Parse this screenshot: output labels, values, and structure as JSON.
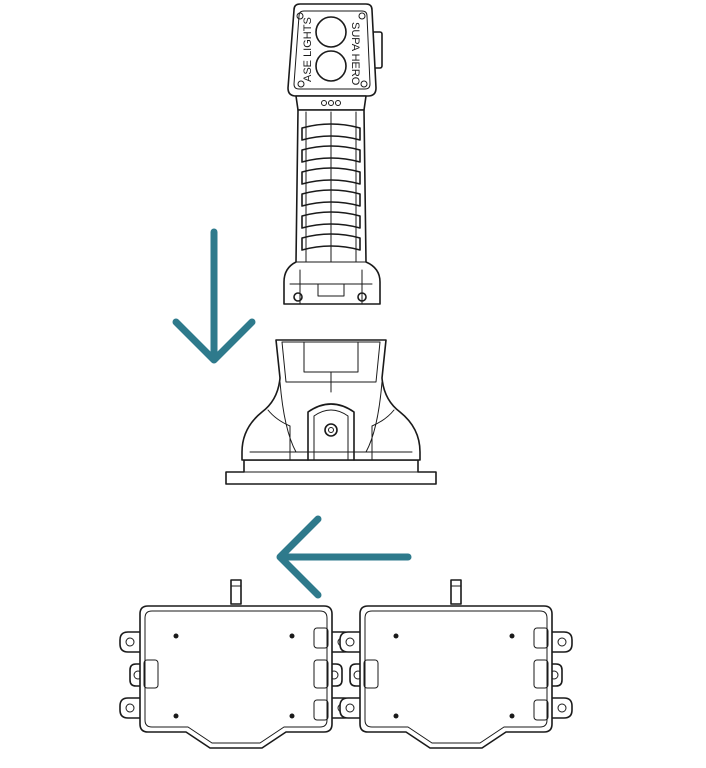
{
  "logo": {
    "brand_left": "ASE LIGHTS",
    "brand_right": "SUPA HERO"
  },
  "colors": {
    "arrow": "#2e7a8c",
    "line": "#1a1a1a",
    "background": "#ffffff"
  },
  "diagram": {
    "steps": [
      {
        "name": "handheld-light",
        "icon": "flashlight-icon"
      },
      {
        "name": "wall-cradle",
        "icon": "cradle-icon"
      },
      {
        "name": "mounting-plates",
        "icon": "bracket-icon"
      }
    ],
    "arrows": [
      {
        "name": "arrow-down",
        "direction": "down"
      },
      {
        "name": "arrow-left",
        "direction": "left"
      }
    ]
  }
}
